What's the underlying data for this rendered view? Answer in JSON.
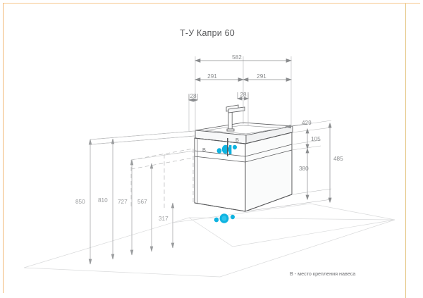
{
  "page": {
    "title": "Т-У Капри 60",
    "footnote": "В - место крепления навеса",
    "frame_color": "#f0c089",
    "marker_color": "#0fb3e0",
    "line_color": "#58595b",
    "dim_color": "#8a8c8e"
  },
  "dimensions": {
    "top": {
      "overall": "582",
      "left_half": "291",
      "right_half": "291",
      "edge_left": "28",
      "edge_right": "28"
    },
    "right": {
      "depth": "429",
      "drawer_top": "105",
      "drawer_bottom": "380",
      "total_height": "485"
    },
    "left": {
      "a": "850",
      "b": "810",
      "c": "727",
      "d": "567",
      "e": "317"
    }
  },
  "markers": {
    "upper_label_left": "В",
    "upper_label_right": "В",
    "legend_key": "В"
  }
}
